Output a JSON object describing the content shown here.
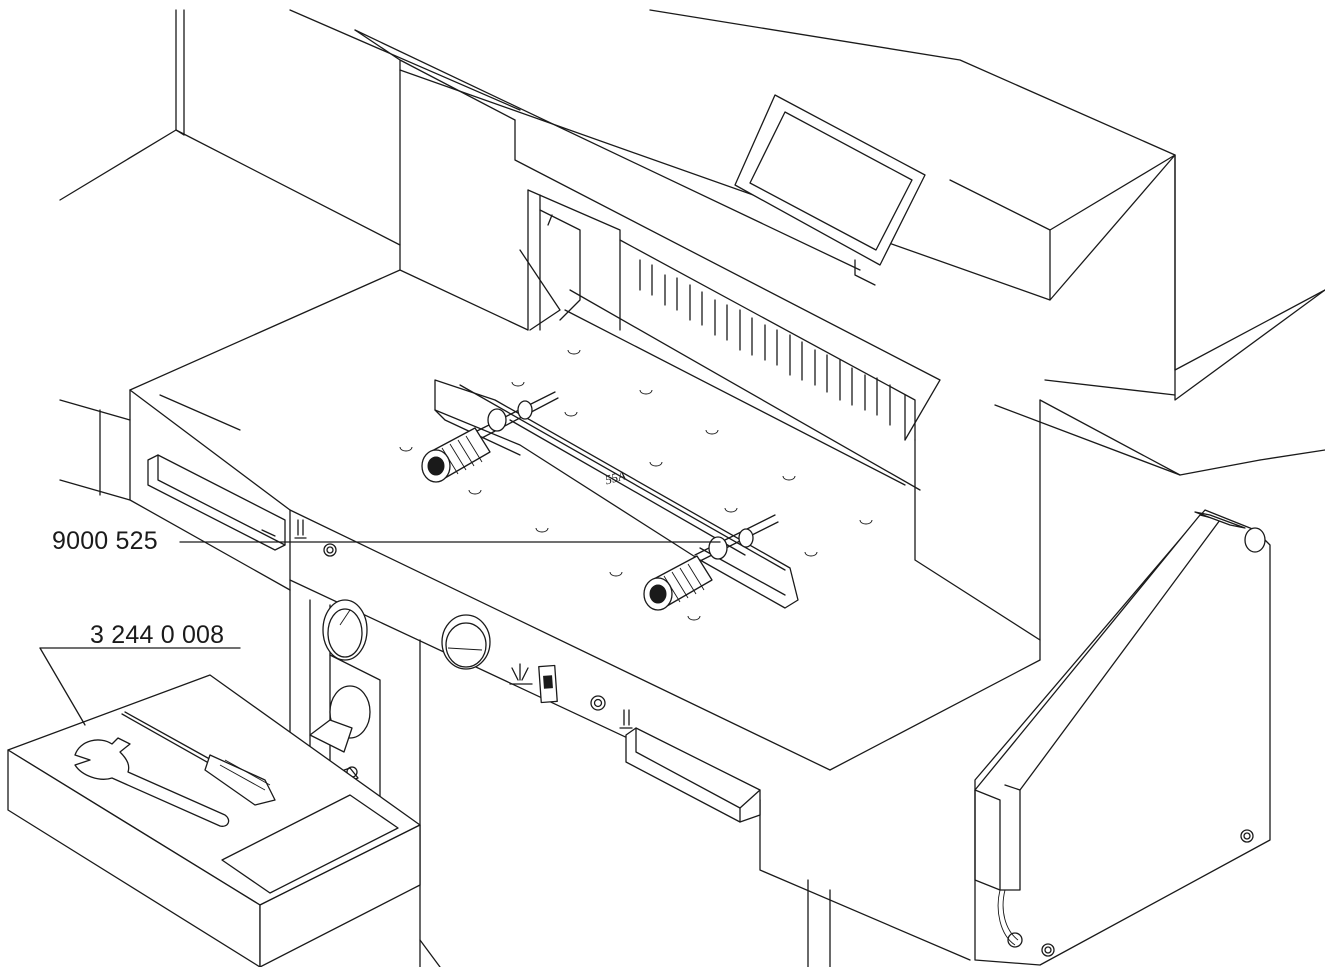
{
  "figure": {
    "callouts": [
      {
        "id": "tool-part",
        "label": "9000 525"
      },
      {
        "id": "tool-kit-part",
        "label": "3 244 0 008"
      }
    ],
    "gauge_label": "55A"
  }
}
